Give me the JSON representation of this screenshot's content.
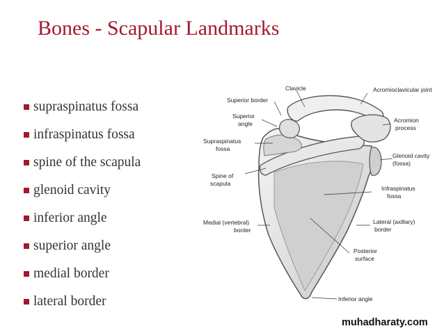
{
  "title": "Bones - Scapular Landmarks",
  "bullets": [
    "supraspinatus fossa",
    "infraspinatus fossa",
    "spine of the scapula",
    "glenoid cavity",
    "inferior angle",
    "superior angle",
    "medial border",
    "lateral border"
  ],
  "figure_labels": {
    "clavicle": "Clavicle",
    "acromioclavicular_joint": "Acromioclavicular joint",
    "superior_border": "Superior border",
    "superior_angle_1": "Superior",
    "superior_angle_2": "angle",
    "acromion_process_1": "Acromion",
    "acromion_process_2": "process",
    "supraspinatus_fossa_1": "Supraspinatus",
    "supraspinatus_fossa_2": "fossa",
    "glenoid_cavity_1": "Glenoid cavity",
    "glenoid_cavity_2": "(fossa)",
    "spine_of_scapula_1": "Spine of",
    "spine_of_scapula_2": "scapula",
    "infraspinatus_fossa_1": "Infraspinatus",
    "infraspinatus_fossa_2": "fossa",
    "medial_border_1": "Medial (vertebral)",
    "medial_border_2": "border",
    "lateral_border_1": "Lateral (axillary)",
    "lateral_border_2": "border",
    "posterior_surface_1": "Posterior",
    "posterior_surface_2": "surface",
    "inferior_angle": "Inferior angle"
  },
  "watermark": "muhadharaty.com",
  "colors": {
    "title": "#a3192b",
    "bullet_marker": "#a3192b",
    "text": "#333333"
  }
}
